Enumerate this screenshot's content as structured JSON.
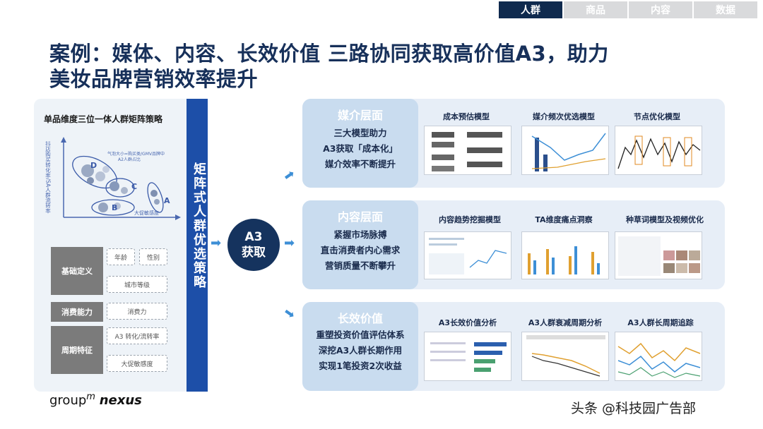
{
  "tabs": [
    "人群",
    "商品",
    "内容",
    "数据"
  ],
  "title": {
    "line1": "案例：媒体、内容、长效价值 三路协同获取高价值A3，助力",
    "line2": "美妆品牌营销效率提升"
  },
  "left": {
    "title": "单品维度三位一体人群矩阵策略",
    "chart": {
      "y_label": "抖店购买转化率/SA人群流转率",
      "annotation_line1": "气泡大小=购买类/GMV品牌中",
      "annotation_line2": "A2人群占比",
      "x_label": "大促敏感度",
      "cluster_labels": [
        "D",
        "C",
        "B",
        "A"
      ]
    },
    "rows": [
      {
        "label": "基础定义",
        "chips": [
          "年龄",
          "性别",
          "城市等级"
        ]
      },
      {
        "label": "消费能力",
        "chips": [
          "消费力"
        ]
      },
      {
        "label": "周期特征",
        "chips": [
          "A3 转化/流转率",
          "大促敏感度"
        ]
      }
    ],
    "vertical_text": "矩阵式人群优选策略"
  },
  "center": {
    "line1": "A3",
    "line2": "获取"
  },
  "panels": [
    {
      "title": "媒介层面",
      "lines": [
        "三大模型助力",
        "A3获取「成本化」",
        "媒介效率不断提升"
      ],
      "models": [
        "成本预估模型",
        "媒介频次优选模型",
        "节点优化模型"
      ]
    },
    {
      "title": "内容层面",
      "lines": [
        "紧握市场脉搏",
        "直击消费者内心需求",
        "营销质量不断攀升"
      ],
      "models": [
        "内容趋势挖掘模型",
        "TA维度痛点洞察",
        "种草词模型及视频优化"
      ]
    },
    {
      "title": "长效价值",
      "lines": [
        "重塑投资价值评估体系",
        "深挖A3人群长期作用",
        "实现1笔投资2次收益"
      ],
      "models": [
        "A3长效价值分析",
        "A3人群衰减周期分析",
        "A3人群长周期追踪"
      ]
    }
  ],
  "logo": {
    "group": "group",
    "m": "m",
    "nexus": "nexus"
  },
  "watermark": "头条 @科技园广告部",
  "colors": {
    "navy": "#0f2a4e",
    "blue": "#1d4fa8",
    "light_panel": "#e7eef7",
    "card": "#c9dcef"
  }
}
